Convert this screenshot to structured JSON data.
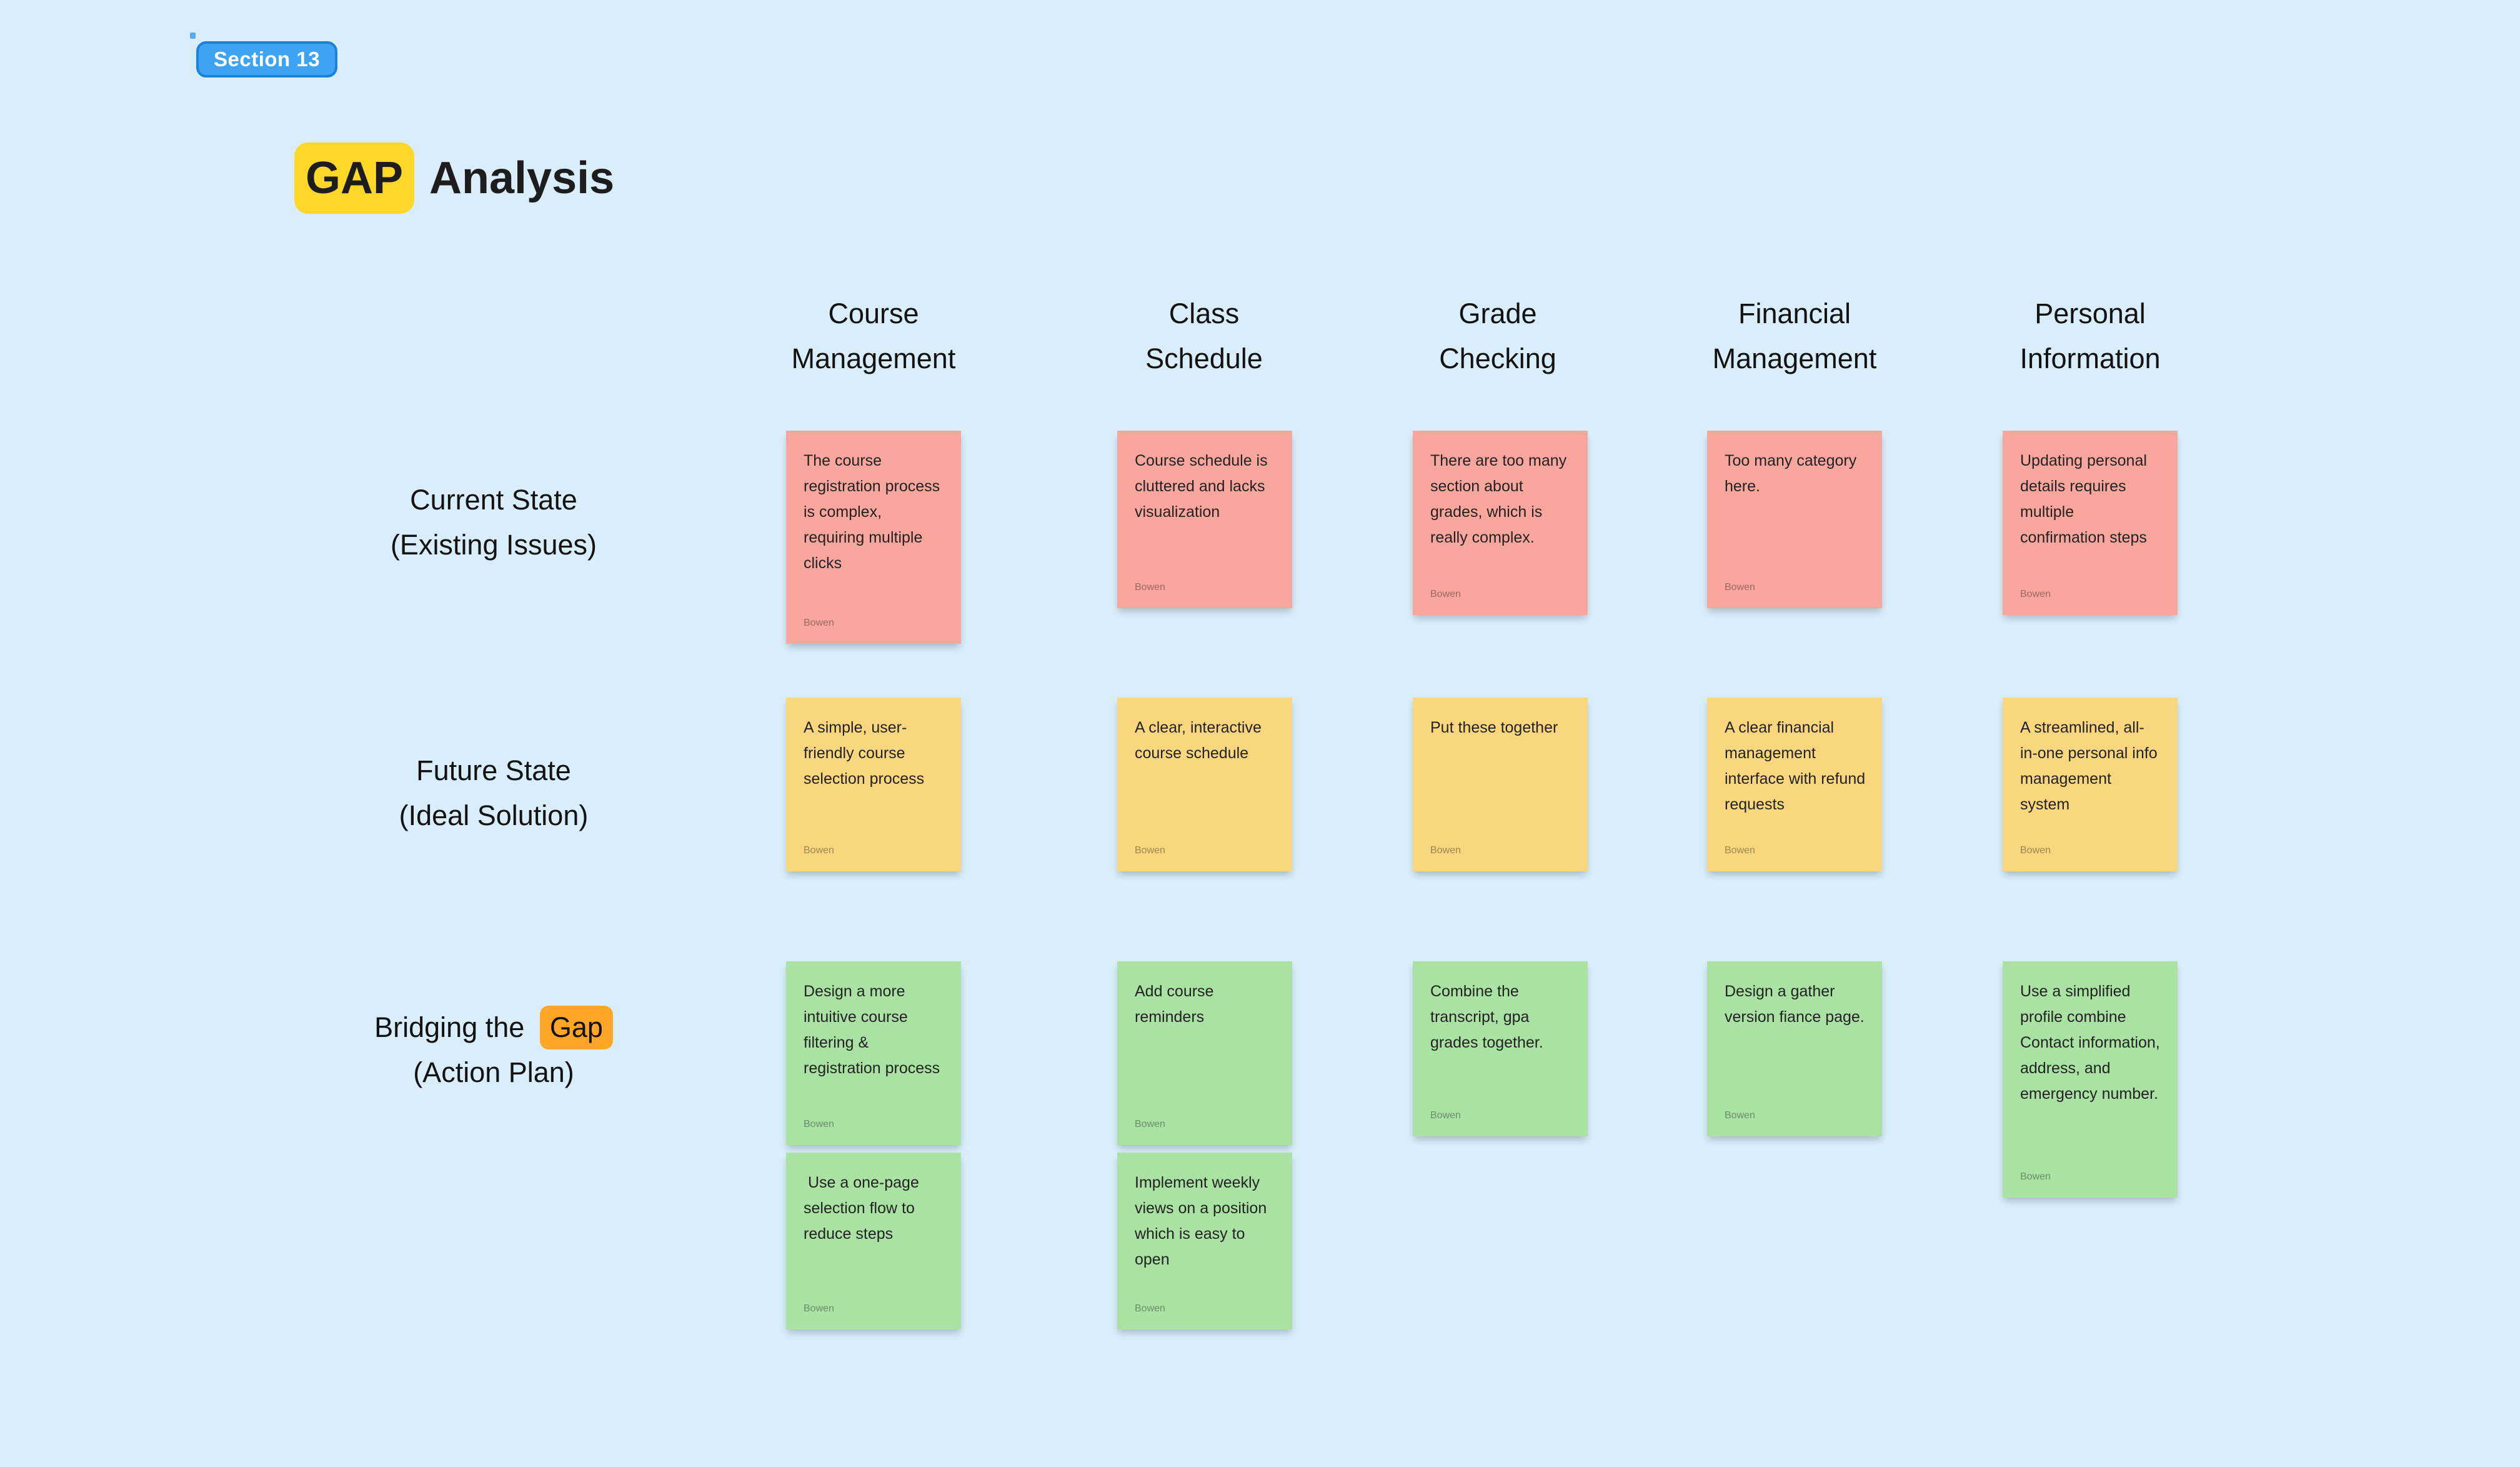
{
  "canvas": {
    "background_color": "#D9EDFB"
  },
  "section_tag": {
    "label": "Section 13",
    "fill_color": "#3FA3F4",
    "border_color": "#1B82DC",
    "text_color": "#FFFFFF"
  },
  "title": {
    "highlight_text": "GAP",
    "rest_text": "Analysis",
    "highlight_color": "#FFD729"
  },
  "column_headers": [
    {
      "line1": "Course",
      "line2": "Management"
    },
    {
      "line1": "Class",
      "line2": "Schedule"
    },
    {
      "line1": "Grade",
      "line2": "Checking"
    },
    {
      "line1": "Financial",
      "line2": "Management"
    },
    {
      "line1": "Personal",
      "line2": "Information"
    }
  ],
  "row_labels": [
    {
      "line1": "Current State",
      "line2": "(Existing Issues)"
    },
    {
      "line1": "Future State",
      "line2": "(Ideal Solution)"
    },
    {
      "line1_prefix": "Bridging the",
      "line1_highlight": "Gap",
      "line2": "(Action Plan)",
      "highlight_color": "#FFA629"
    }
  ],
  "sticky_colors": {
    "current_state": "#F9A69E",
    "future_state": "#FAD77E",
    "action_plan": "#AAE2A4"
  },
  "author": "Bowen",
  "notes": [
    {
      "text": "The course registration process is complex, requiring multiple clicks"
    },
    {
      "text": "Course schedule is cluttered and lacks visualization"
    },
    {
      "text": "There are too many section about grades, which is really complex."
    },
    {
      "text": "Too many category here."
    },
    {
      "text": "Updating personal details requires multiple confirmation steps"
    },
    {
      "text": "A simple, user-friendly course selection process"
    },
    {
      "text": "A clear, interactive course schedule"
    },
    {
      "text": "Put these together"
    },
    {
      "text": "A clear financial management interface with refund requests"
    },
    {
      "text": "A streamlined, all-in-one personal info management system"
    },
    {
      "text": "Design a more intuitive course filtering & registration process"
    },
    {
      "text": "Add course reminders"
    },
    {
      "text": "Combine the transcript, gpa grades together."
    },
    {
      "text": "Design a gather version fiance page."
    },
    {
      "text": "Use a simplified profile combine Contact information, address, and emergency number."
    },
    {
      "text": " Use a one-page selection flow to reduce steps"
    },
    {
      "text": "Implement weekly views on a position which is easy to open"
    }
  ]
}
